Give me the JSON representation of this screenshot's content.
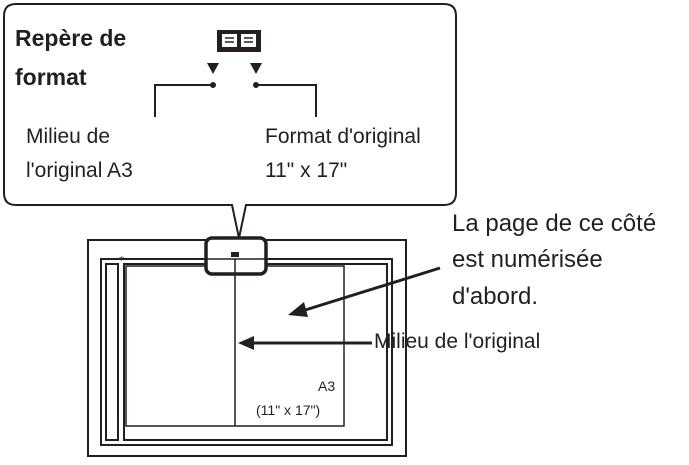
{
  "callout": {
    "title_line1": "Repère de",
    "title_line2": "format",
    "left_line1": "Milieu de",
    "left_line2": "l'original A3",
    "right_line1": "Format d'original",
    "right_line2": "11\" x 17\"",
    "icon": "open-book-icon"
  },
  "scanner": {
    "side_note_line1": "La page de ce côté",
    "side_note_line2": "est numérisée",
    "side_note_line3": "d'abord.",
    "center_label": "Milieu de l'original",
    "paper_size": "A3",
    "paper_size_inches": "(11\" x 17\")"
  }
}
